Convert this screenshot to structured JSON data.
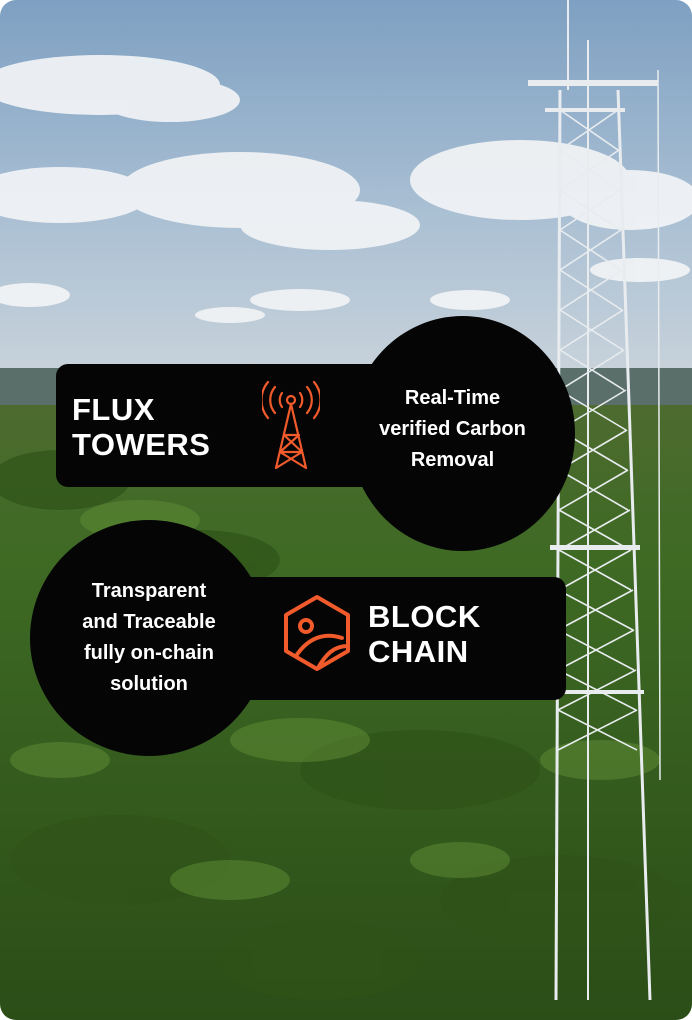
{
  "flux_towers": {
    "title_lines": [
      "FLUX",
      "TOWERS"
    ],
    "description_lines": [
      "Real-Time",
      "verified Carbon",
      "Removal"
    ],
    "icon": "radio-tower-icon"
  },
  "blockchain": {
    "title_lines": [
      "BLOCK",
      "CHAIN"
    ],
    "description_lines": [
      "Transparent",
      "and Traceable",
      "fully on-chain",
      "solution"
    ],
    "icon": "hexagon-chain-icon"
  },
  "colors": {
    "panel": "#050505",
    "accent": "#f15a2b",
    "text": "#ffffff"
  }
}
